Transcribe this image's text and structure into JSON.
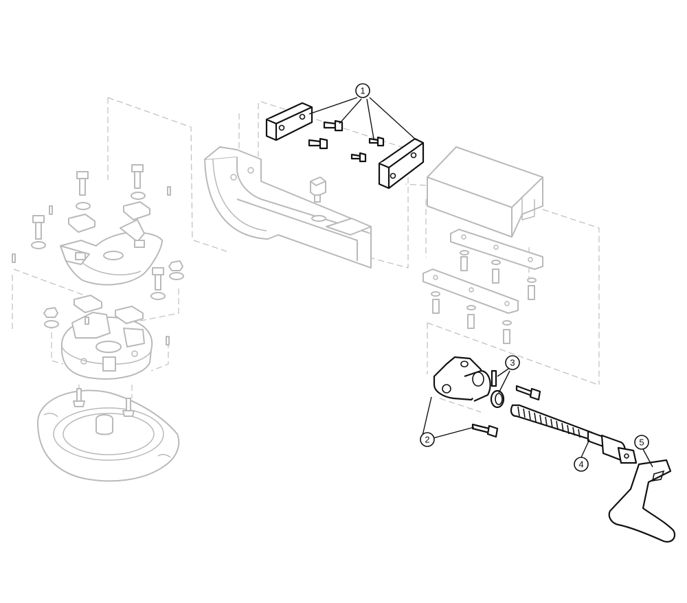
{
  "callouts": [
    {
      "id": "1",
      "label": "1"
    },
    {
      "id": "2",
      "label": "2"
    },
    {
      "id": "3",
      "label": "3"
    },
    {
      "id": "4",
      "label": "4"
    },
    {
      "id": "5",
      "label": "5"
    }
  ],
  "colors": {
    "highlight": "#111111",
    "ghost": "#b9b9b9",
    "background": "#ffffff"
  }
}
